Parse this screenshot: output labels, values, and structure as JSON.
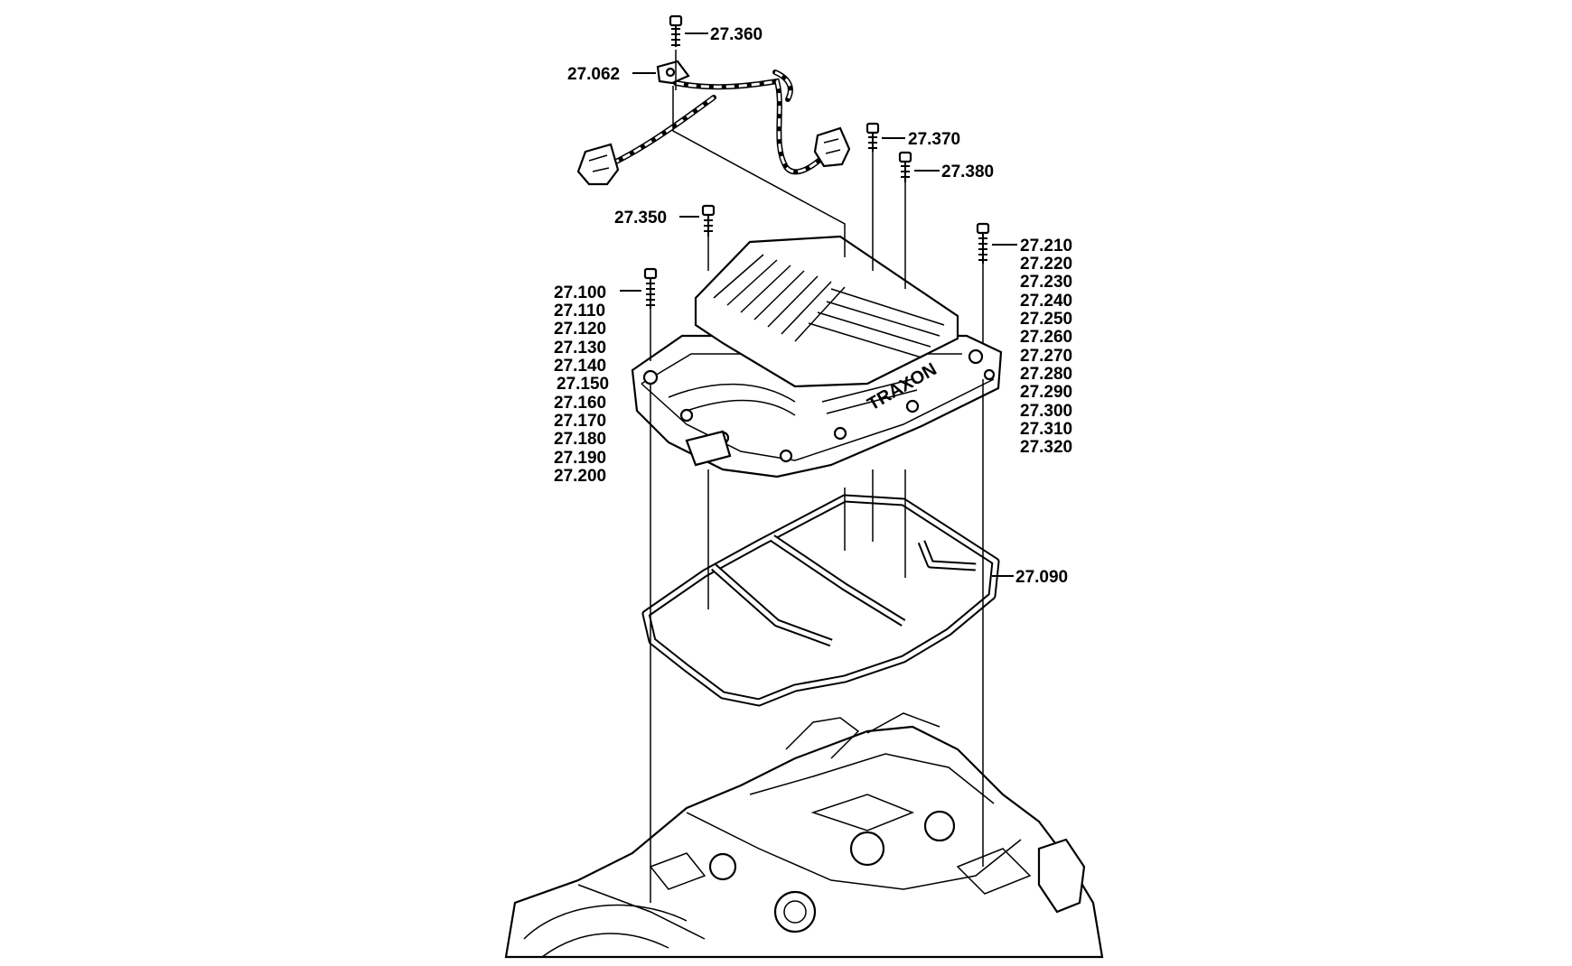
{
  "callouts": {
    "c27360": "27.360",
    "c27062": "27.062",
    "c27370": "27.370",
    "c27380": "27.380",
    "c27350": "27.350",
    "c27090": "27.090",
    "group_left": [
      "27.100",
      "27.110",
      "27.120",
      "27.130",
      "27.140",
      "27.150",
      "27.160",
      "27.170",
      "27.180",
      "27.190",
      "27.200"
    ],
    "group_right": [
      "27.210",
      "27.220",
      "27.230",
      "27.240",
      "27.250",
      "27.260",
      "27.270",
      "27.280",
      "27.290",
      "27.300",
      "27.310",
      "27.320"
    ]
  },
  "cover_text": "TRAXON"
}
